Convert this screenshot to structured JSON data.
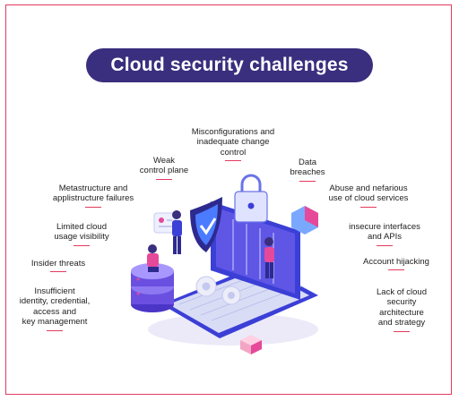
{
  "title": "Cloud security challenges",
  "colors": {
    "accent": "#e23a5e",
    "title_bg": "#3a2e7e",
    "laptop": "#3b3fd6",
    "screen": "#5f56e6",
    "shield": "#2d2a8f",
    "server": "#6a4fe0"
  },
  "labels": {
    "misconfig": "Misconfigurations and\ninadequate change\ncontrol",
    "weak_cp": "Weak\ncontrol plane",
    "data_breaches": "Data\nbreaches",
    "metastructure": "Metastructure and\napplistructure failures",
    "abuse": "Abuse and nefarious\nuse of cloud services",
    "limited": "Limited cloud\nusage visibility",
    "interfaces": "insecure interfaces\nand APIs",
    "insider": "Insider threats",
    "hijacking": "Account hijacking",
    "identity": "Insufficient\nidentity, credential,\naccess and\nkey management",
    "architecture": "Lack of cloud\nsecurity\narchitecture\nand strategy"
  }
}
